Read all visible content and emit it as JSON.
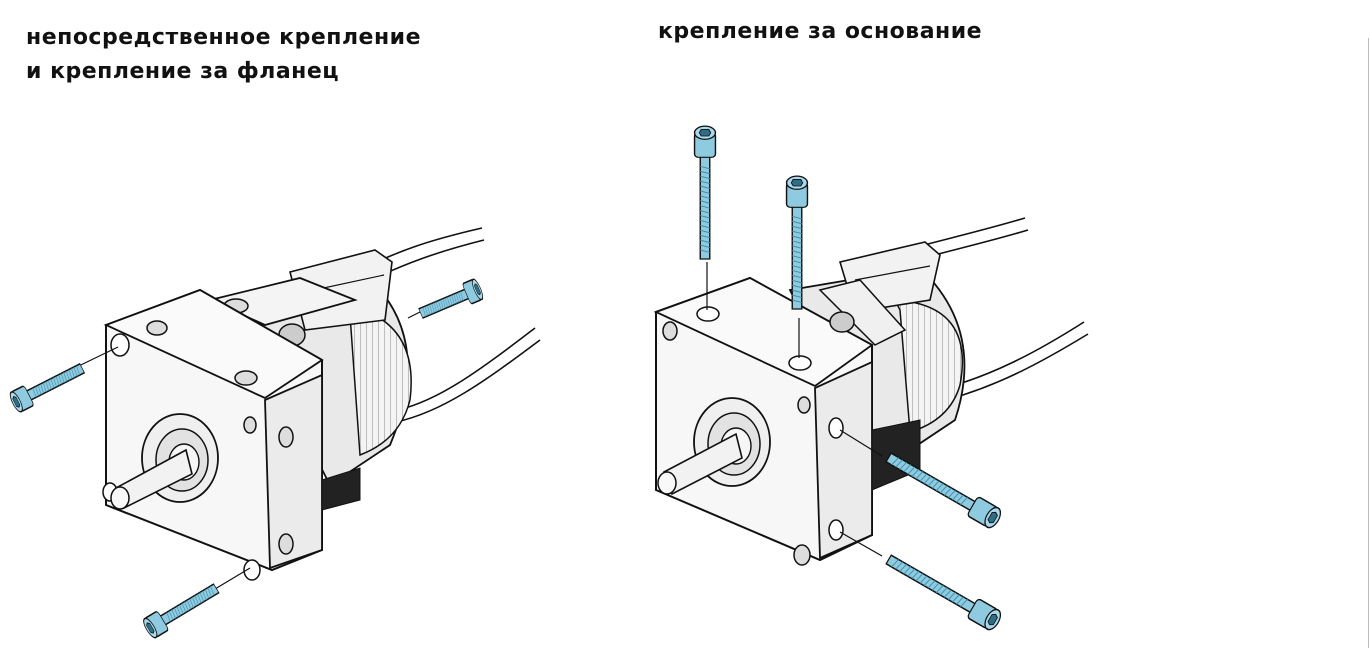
{
  "captions": {
    "left": [
      "непосредственное крепление",
      "и крепление за фланец"
    ],
    "right": [
      "крепление за основание"
    ]
  },
  "colors": {
    "screw": "#8fcbe0",
    "screw_dark": "#3f8fab",
    "outline": "#111111",
    "body_shade": "#e9e9e9",
    "shaft_dark": "#222222"
  },
  "icons": [
    "socket-head-screw-icon",
    "rotary-actuator-icon",
    "cable-icon"
  ]
}
